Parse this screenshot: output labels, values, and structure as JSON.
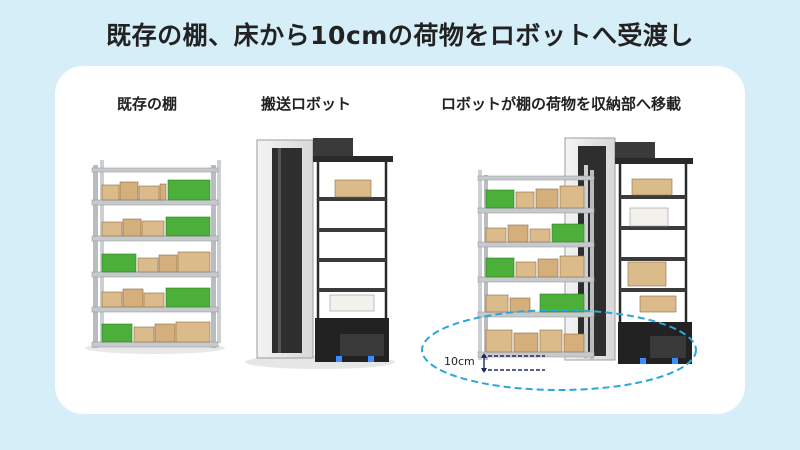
{
  "title": "既存の棚、床から10cmの荷物をロボットへ受渡し",
  "panels": {
    "existing_shelf": {
      "caption": "既存の棚"
    },
    "transfer_robot": {
      "caption": "搬送ロボット"
    },
    "robot_stores": {
      "caption": "ロボットが棚の荷物を収納部へ移載"
    }
  },
  "dimension": {
    "label": "10cm"
  },
  "colors": {
    "background": "#d6eef8",
    "card": "#ffffff",
    "box_cardboard": "#d8b585",
    "crate_green": "#4caf3a",
    "robot_body": "#e9e9e9",
    "robot_dark": "#2a2a2a",
    "robot_led": "#3b8cff",
    "highlight_dashed": "#2ba7d8"
  }
}
